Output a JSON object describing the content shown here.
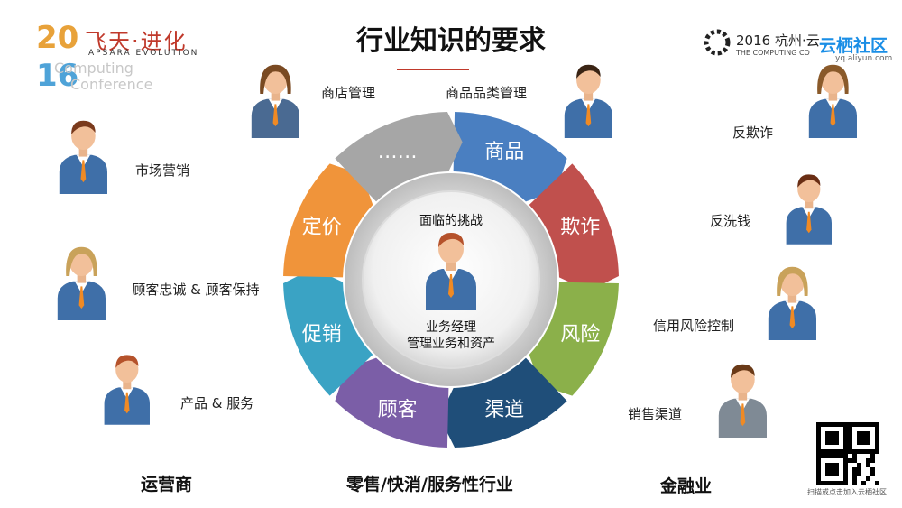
{
  "title": "行业知识的要求",
  "logo_left": {
    "year_a": "20",
    "year_b": "16",
    "cn_text": "飞天·进化",
    "en_text": "APSARA EVOLUTION",
    "line1": "Computing",
    "line2": "Conference"
  },
  "logo_right": {
    "text": "2016 杭州·云",
    "sub": "THE COMPUTING CO",
    "brand": "云栖社区",
    "url": "yq.aliyun.com"
  },
  "columns": {
    "left": "运营商",
    "middle": "零售/快消/服务性行业",
    "right": "金融业"
  },
  "left_labels": [
    "市场营销",
    "顾客忠诚 & 顾客保持",
    "产品 & 服务"
  ],
  "top_labels": [
    "商店管理",
    "商品品类管理"
  ],
  "right_labels": [
    "反欺诈",
    "反洗钱",
    "信用风险控制",
    "销售渠道"
  ],
  "ring": {
    "segments": [
      {
        "label": "商品",
        "color": "#4a7fc1"
      },
      {
        "label": "欺诈",
        "color": "#c0504d"
      },
      {
        "label": "风险",
        "color": "#8bb04a"
      },
      {
        "label": "渠道",
        "color": "#1f4e79"
      },
      {
        "label": "顾客",
        "color": "#7b5ea7"
      },
      {
        "label": "促销",
        "color": "#3aa3c4"
      },
      {
        "label": "定价",
        "color": "#f0943a"
      },
      {
        "label": "……",
        "color": "#a6a6a6"
      }
    ]
  },
  "center": {
    "top": "面临的挑战",
    "line1": "业务经理",
    "line2": "管理业务和资产"
  },
  "qr_caption": "扫描或点击加入云栖社区"
}
